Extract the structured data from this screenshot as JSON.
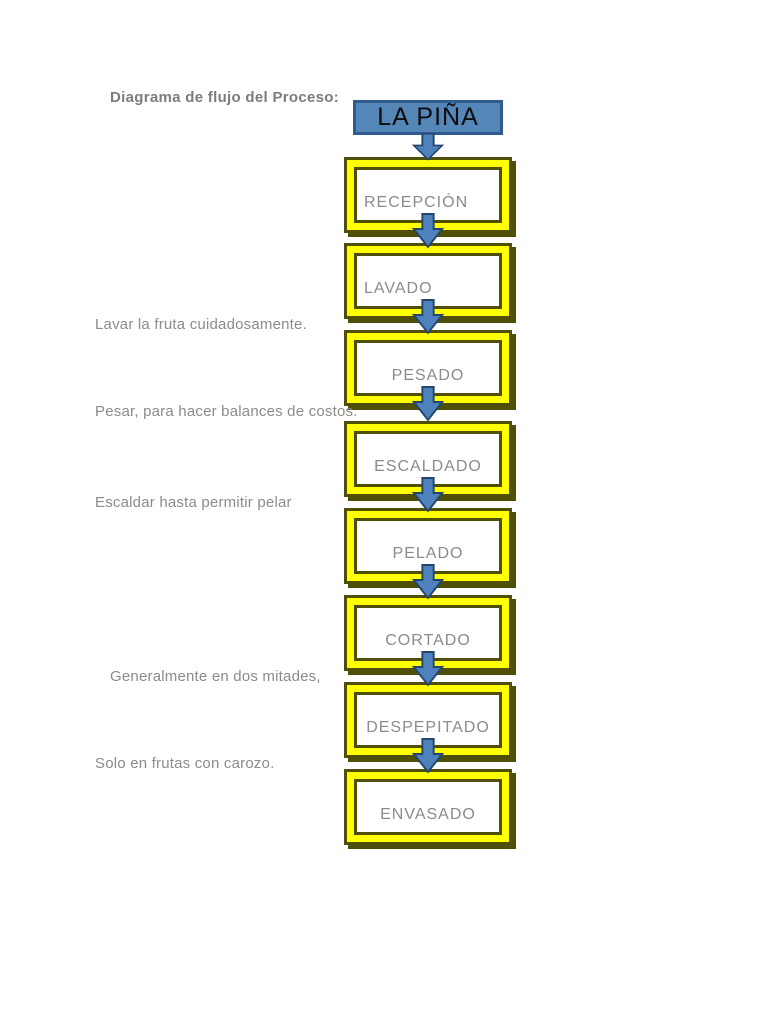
{
  "page": {
    "title": "Diagrama de flujo del Proceso:"
  },
  "flowchart": {
    "start": {
      "label": "LA PIÑA"
    },
    "steps": [
      {
        "label": "RECEPCIÓN",
        "align": "left",
        "note": ""
      },
      {
        "label": "LAVADO",
        "align": "left",
        "note": "Lavar la fruta cuidadosamente.",
        "note_indent": false
      },
      {
        "label": "PESADO",
        "align": "center",
        "note": "Pesar, para hacer balances de costos.",
        "note_indent": false
      },
      {
        "label": "ESCALDADO",
        "align": "center",
        "note": "Escaldar hasta permitir pelar",
        "note_indent": false
      },
      {
        "label": "PELADO",
        "align": "center",
        "note": ""
      },
      {
        "label": "CORTADO",
        "align": "center",
        "note": "Generalmente en dos mitades,",
        "note_indent": true
      },
      {
        "label": "DESPEPITADO",
        "align": "center",
        "note": "Solo en frutas con carozo.",
        "note_indent": false
      },
      {
        "label": "ENVASADO",
        "align": "center",
        "note": ""
      }
    ],
    "colors": {
      "frame_yellow": "#ffff00",
      "frame_dark": "#4f4f08",
      "arrow_fill": "#4f81bd",
      "arrow_border": "#24466b",
      "start_fill": "#5586b8",
      "start_border": "#2f5b8f",
      "label_gray": "#8b8b8b"
    }
  }
}
